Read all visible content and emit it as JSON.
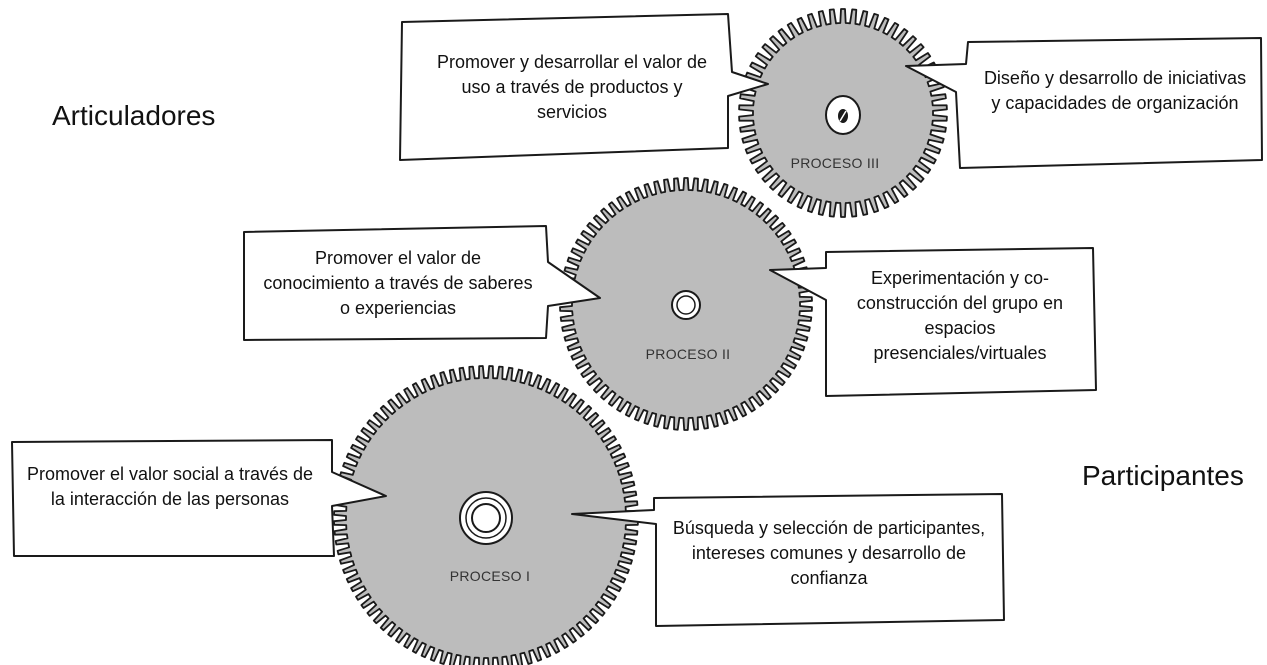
{
  "side_labels": {
    "top_left": "Articuladores",
    "right": "Participantes"
  },
  "processes": [
    {
      "label": "PROCESO III",
      "left_text": "Promover y desarrollar el valor de uso a través de productos y servicios",
      "right_text": "Diseño y desarrollo de iniciativas y capacidades de organización"
    },
    {
      "label": "PROCESO II",
      "left_text": "Promover el valor de conocimiento a través de saberes o experiencias",
      "right_text": "Experimentación y co-construcción del grupo en espacios presenciales/virtuales"
    },
    {
      "label": "PROCESO I",
      "left_text": "Promover el valor social a través de la interacción de las personas",
      "right_text": "Búsqueda y selección de participantes, intereses comunes y desarrollo de confianza"
    }
  ],
  "colors": {
    "gear_fill": "#bcbcbc",
    "gear_stroke": "#1a1a1a",
    "bubble_fill": "#ffffff",
    "bubble_stroke": "#1a1a1a"
  }
}
